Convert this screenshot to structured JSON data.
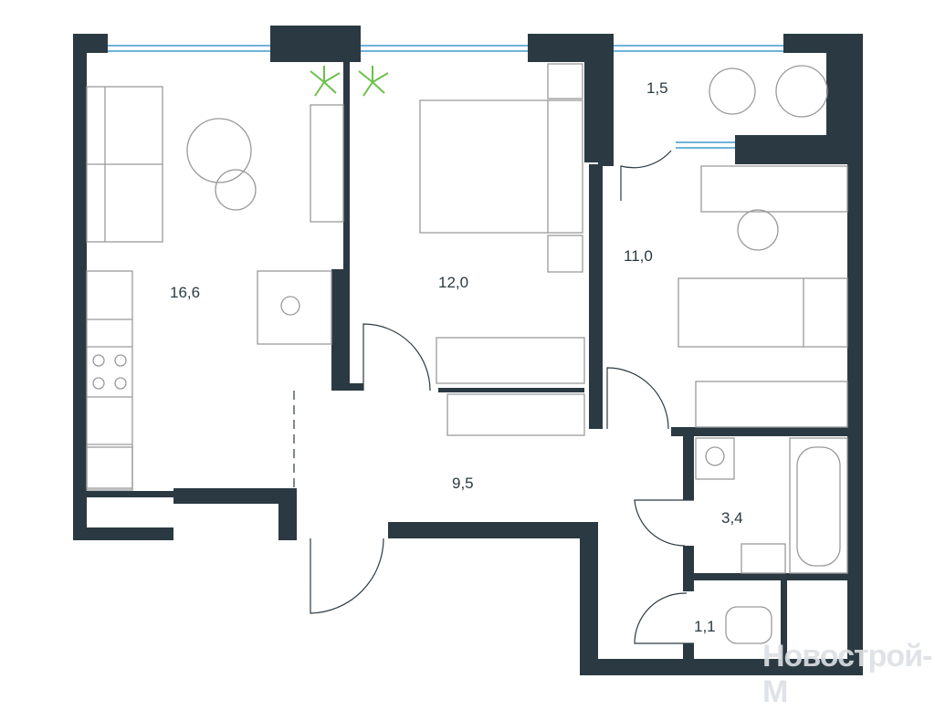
{
  "plan": {
    "colors": {
      "wall": "#2b3a42",
      "window": "#6fb3d9",
      "furniture": "#9a9a9a",
      "plant": "#6cc04a"
    },
    "rooms": [
      {
        "id": "living-kitchen",
        "area": "16,6"
      },
      {
        "id": "bedroom-1",
        "area": "12,0"
      },
      {
        "id": "balcony",
        "area": "1,5"
      },
      {
        "id": "bedroom-2",
        "area": "11,0"
      },
      {
        "id": "hallway",
        "area": "9,5"
      },
      {
        "id": "bathroom",
        "area": "3,4"
      },
      {
        "id": "toilet",
        "area": "1,1"
      }
    ]
  },
  "watermark": "Новострой-М"
}
